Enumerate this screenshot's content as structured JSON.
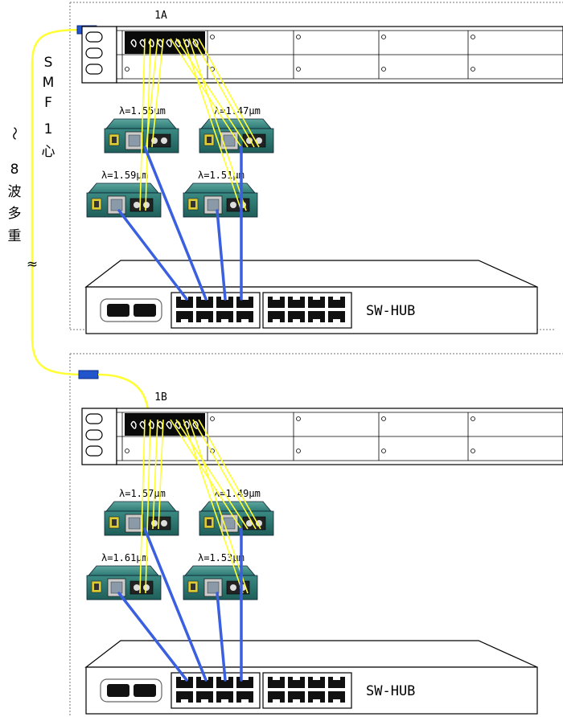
{
  "side_label": {
    "chars": [
      "S",
      "M",
      "F",
      "1",
      "心",
      "8",
      "波",
      "多",
      "重"
    ],
    "tilde": "～",
    "break_mark": "≈"
  },
  "sections": [
    {
      "rack_label": "1A",
      "converters": [
        "λ=1.55μm",
        "λ=1.47μm",
        "λ=1.59μm",
        "λ=1.51μm"
      ],
      "hub_label": "SW-HUB"
    },
    {
      "rack_label": "1B",
      "converters": [
        "λ=1.57μm",
        "λ=1.49μm",
        "λ=1.61μm",
        "λ=1.53μm"
      ],
      "hub_label": "SW-HUB"
    }
  ],
  "colors": {
    "fiber": "#ffff33",
    "utp": "#3a5fe0",
    "converter_body": "#2e7a74",
    "connector": "#2255cc"
  }
}
